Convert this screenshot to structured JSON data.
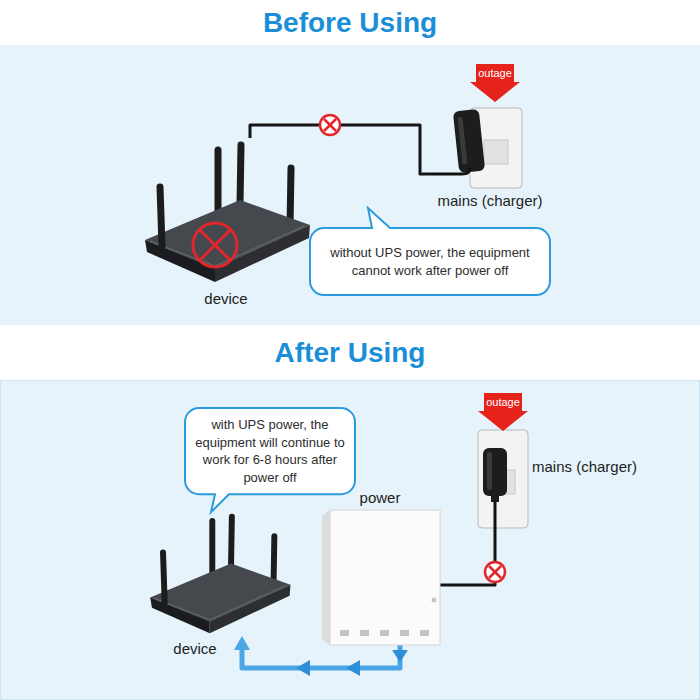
{
  "diagram": {
    "nodes": [
      {
        "text": [
          "Before Using"
        ]
      },
      {
        "text": [
          "outage"
        ],
        "in": 0
      },
      {
        "text": [
          "mains (charger)"
        ],
        "in": 0
      },
      {
        "text": [
          "device"
        ],
        "in": 0
      },
      {
        "text": [
          "without UPS power, the equipment cannot work after power off"
        ],
        "in": 0
      },
      {
        "text": [
          "After Using"
        ]
      },
      {
        "text": [
          "with UPS power, the equipment will continue to work for 6-8 hours after power off"
        ],
        "in": 5
      },
      {
        "text": [
          "outage"
        ],
        "in": 5
      },
      {
        "text": [
          "power"
        ],
        "in": 5
      },
      {
        "text": [
          "mains (charger)"
        ],
        "in": 5
      },
      {
        "text": [
          "device"
        ],
        "in": 5
      }
    ],
    "edges": [
      {
        "from": 3,
        "to": 2,
        "arrow": "none"
      },
      {
        "from": 9,
        "to": 8,
        "arrow": "none"
      },
      {
        "from": 8,
        "to": 10,
        "arrow": "to"
      }
    ]
  }
}
